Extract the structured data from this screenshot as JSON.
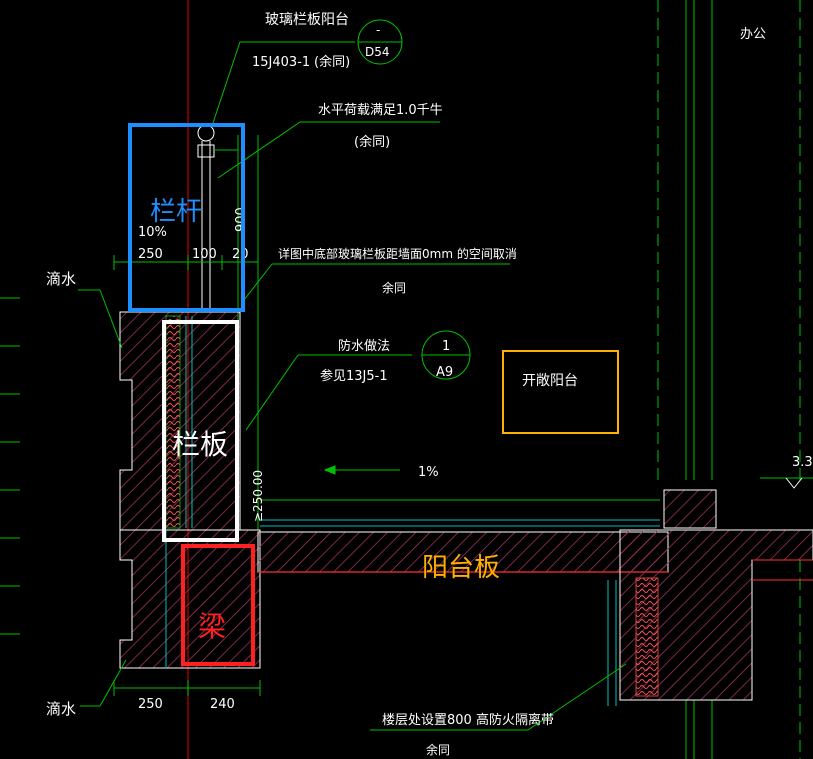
{
  "texts": {
    "glass_railing": "玻璃栏板阳台",
    "ref_15j403": "15J403-1",
    "same_1": "(余同)",
    "symbol_top": "-",
    "symbol_bottom": "D54",
    "horizontal_load": "水平荷载满足1.0千牛",
    "same_2": "(余同)",
    "slope_10": "10%",
    "detail_note": "详图中底部玻璃栏板距墙面0mm    的空间取消",
    "same_3": "余同",
    "drip_top": "滴水",
    "drip_bottom": "滴水",
    "waterproof": "防水做法",
    "ref_13j5": "参见13J5-1",
    "wp_num_top": "1",
    "wp_num_bottom": "A9",
    "open_balcony": "开敞阳台",
    "office": "办公",
    "slope_1": "1%",
    "dim_250_top": "250",
    "dim_100": "100",
    "dim_20": "20",
    "dim_900": "900",
    "dim_250_00": "≥250.00",
    "dim_250_bottom": "250",
    "dim_240": "240",
    "elev_right": "3.3",
    "fire_belt": "楼层处设置800  高防火隔离带",
    "same_4": "余同"
  },
  "annotations": {
    "railing": "栏杆",
    "parapet": "栏板",
    "balcony_slab": "阳台板",
    "beam": "梁"
  },
  "colors": {
    "background": "#000000",
    "cad_text": "#ffffff",
    "cad_line": "#00c000",
    "wall_outline": "#ffffff",
    "hatch": "#ff3030",
    "axis": "#c00000",
    "dashed_axis": "#00c000",
    "railing_box": "#1e8fff",
    "parapet_box": "#ffffff",
    "beam_box": "#ff2020",
    "balcony_box": "#ffb000",
    "balcony_label": "#ffb000",
    "beam_label": "#ff2020",
    "railing_label": "#1e8fff"
  }
}
